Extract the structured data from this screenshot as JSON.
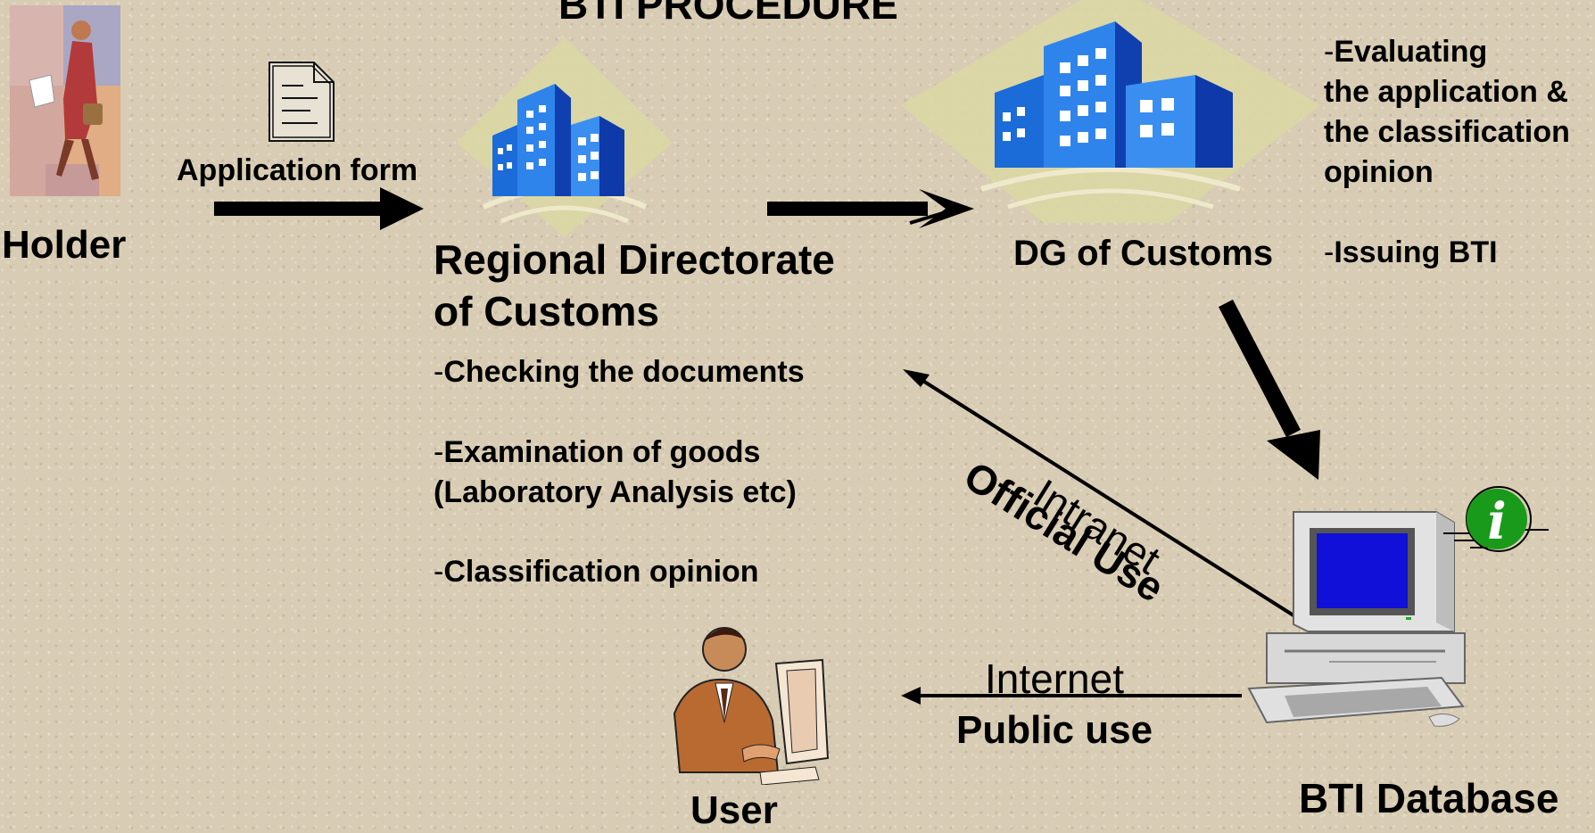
{
  "title": "BTI PROCEDURE",
  "holder": {
    "label": "Holder"
  },
  "application_form": {
    "label": "Application form"
  },
  "regional": {
    "label_line1": "Regional Directorate",
    "label_line2": "of Customs",
    "tasks": [
      {
        "dash": "-",
        "text": "Checking the documents"
      },
      {
        "dash": "-",
        "text": "Examination of goods"
      },
      {
        "dash": "",
        "text": "(Laboratory Analysis etc)"
      },
      {
        "dash": "-",
        "text": "Classification opinion"
      }
    ]
  },
  "dg": {
    "label": "DG of Customs",
    "tasks": [
      {
        "dash": "-",
        "text": "Evaluating"
      },
      {
        "dash": "",
        "text": "the application &"
      },
      {
        "dash": "",
        "text": "the classification"
      },
      {
        "dash": "",
        "text": "opinion"
      },
      {
        "dash": "-",
        "text": "Issuing BTI"
      }
    ]
  },
  "links": {
    "intranet": "Intranet",
    "official_use": "Official Use",
    "internet": "Internet",
    "public_use": "Public use"
  },
  "database": {
    "label": "BTI Database"
  },
  "user": {
    "label": "User"
  },
  "icons": {
    "holder": "woman-walking-icon",
    "form": "document-icon",
    "regional": "office-building-icon",
    "dg": "office-building-icon",
    "database": "computer-icon",
    "info": "info-icon",
    "user": "user-at-computer-icon"
  },
  "colors": {
    "building_blue": "#2f7fe6",
    "info_green": "#1a9a1a",
    "screen_blue": "#1010d8"
  }
}
